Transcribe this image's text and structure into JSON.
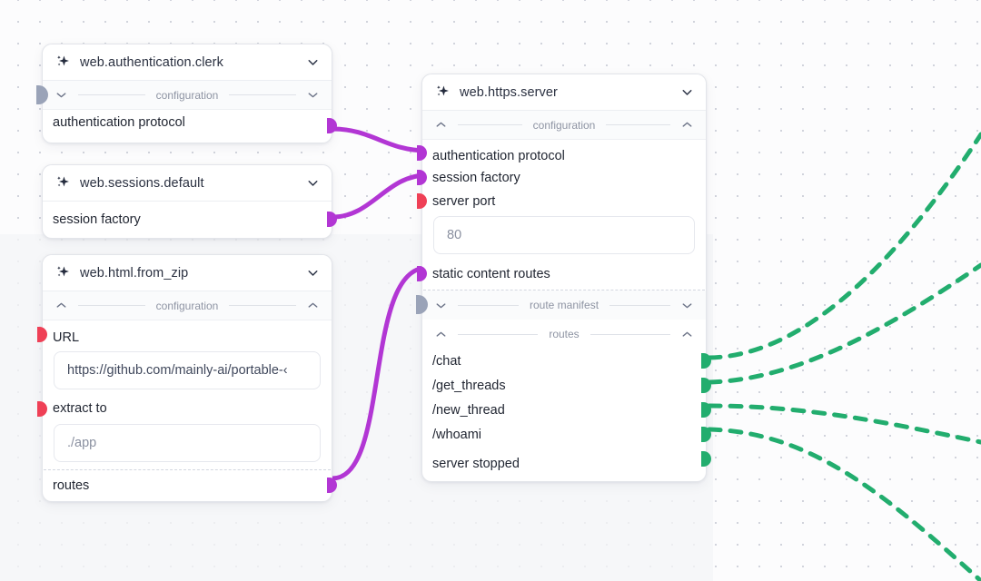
{
  "app": {
    "canvas_name": "node-graph-canvas",
    "background_color": "#fcfcfd",
    "grid_dot_color": "#c9ccd6"
  },
  "colors": {
    "connected_port": "#b236d4",
    "required_port": "#ef4056",
    "output_port": "#22ad6e",
    "collapsed_port": "#9aa3b8",
    "edge_data": "#b236d4",
    "edge_dashed": "#22ad6e",
    "node_border": "#e3e5ea",
    "section_label": "#8e94a3"
  },
  "nodes": [
    {
      "id": "clerk",
      "title": "web.authentication.clerk",
      "icon": "sparkle-icon",
      "header_chevron": "chevron-down-icon",
      "sections": [
        {
          "label": "configuration",
          "left_chevron": "chevron-down-icon",
          "right_chevron": "chevron-down-icon",
          "has_collapsed_port": true
        }
      ],
      "fields": [
        {
          "label": "authentication protocol",
          "port": "out",
          "port_color": "purple"
        }
      ]
    },
    {
      "id": "sessions",
      "title": "web.sessions.default",
      "icon": "sparkle-icon",
      "header_chevron": "chevron-down-icon",
      "fields": [
        {
          "label": "session factory",
          "port": "out",
          "port_color": "purple"
        }
      ]
    },
    {
      "id": "fromzip",
      "title": "web.html.from_zip",
      "icon": "sparkle-icon",
      "header_chevron": "chevron-down-icon",
      "sections": [
        {
          "label": "configuration",
          "left_chevron": "chevron-up-icon",
          "right_chevron": "chevron-up-icon",
          "has_collapsed_port": false
        }
      ],
      "fields": [
        {
          "label": "URL",
          "port": "in",
          "port_color": "red"
        },
        {
          "label": "extract to",
          "port": "in",
          "port_color": "red"
        },
        {
          "label": "routes",
          "port": "out",
          "port_color": "purple"
        }
      ],
      "inputs": [
        {
          "name": "url-input",
          "value": "https://github.com/mainly-ai/portable-‹",
          "is_placeholder": false
        },
        {
          "name": "extract-to-input",
          "value": "./app",
          "is_placeholder": true
        }
      ]
    },
    {
      "id": "server",
      "title": "web.https.server",
      "icon": "sparkle-icon",
      "header_chevron": "chevron-down-icon",
      "sections": [
        {
          "label": "configuration",
          "left_chevron": "chevron-up-icon",
          "right_chevron": "chevron-up-icon",
          "has_collapsed_port": false
        },
        {
          "label": "route manifest",
          "left_chevron": "chevron-down-icon",
          "right_chevron": "chevron-down-icon",
          "has_collapsed_port": true
        },
        {
          "label": "routes",
          "left_chevron": "chevron-up-icon",
          "right_chevron": "chevron-up-icon",
          "has_collapsed_port": false
        }
      ],
      "config_fields": [
        {
          "label": "authentication protocol",
          "port": "in",
          "port_color": "purple"
        },
        {
          "label": "session factory",
          "port": "in",
          "port_color": "purple"
        },
        {
          "label": "server port",
          "port": "in",
          "port_color": "red"
        }
      ],
      "port_input": {
        "name": "server-port-input",
        "value": "80",
        "is_placeholder": true
      },
      "static_field": {
        "label": "static content routes",
        "port": "in",
        "port_color": "purple"
      },
      "routes": [
        {
          "label": "/chat",
          "port_color": "green"
        },
        {
          "label": "/get_threads",
          "port_color": "green"
        },
        {
          "label": "/new_thread",
          "port_color": "green"
        },
        {
          "label": "/whoami",
          "port_color": "green"
        },
        {
          "label": "server stopped",
          "port_color": "green"
        }
      ]
    }
  ]
}
